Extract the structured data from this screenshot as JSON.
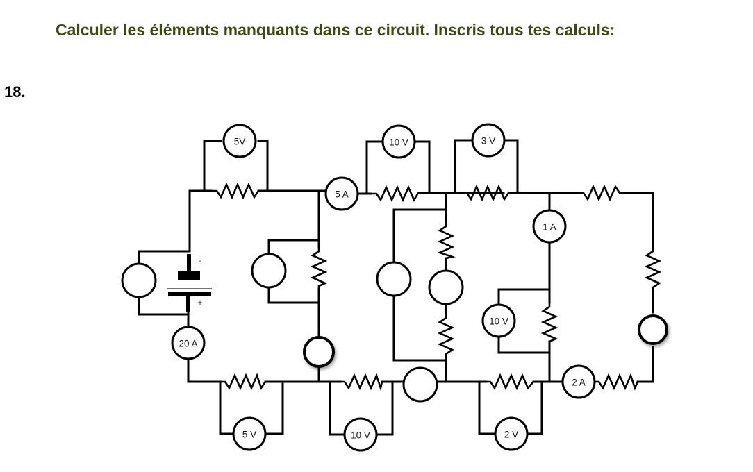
{
  "instruction": "Calculer les éléments manquants dans ce circuit. Inscris tous tes calculs:",
  "question_number": "18.",
  "colors": {
    "instruction": "#3b4a14",
    "wires": "#000000"
  },
  "circuit": {
    "battery": {
      "symbol": "battery-icon",
      "negative_label": "-",
      "positive_label": "+"
    },
    "meters": {
      "v_top_left": "5V",
      "a_top_mid": "5 A",
      "v_top_mid": "10 V",
      "v_top_right": "3 V",
      "a_right_branch": "1 A",
      "v_right_branch": "10 V",
      "a_source": "20 A",
      "v_bottom_left": "5 V",
      "v_bottom_mid": "10 V",
      "v_bottom_right": "2 V",
      "a_bottom_right": "2 A",
      "unknown_battery_meter": "",
      "unknown_left_parallel": "",
      "unknown_left_series": "",
      "unknown_mid_parallel": "",
      "unknown_mid_series": "",
      "unknown_bottom_mid": "",
      "unknown_far_right": ""
    }
  }
}
